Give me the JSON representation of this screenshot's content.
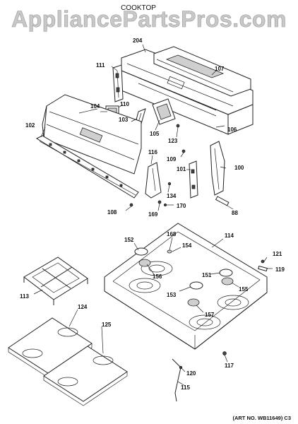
{
  "watermark": "AppliancePartsPros.com",
  "heading": "COOKTOP",
  "art_number": "(ART NO. WB11649) C3",
  "callouts": [
    {
      "id": "204",
      "text": "204"
    },
    {
      "id": "111",
      "text": "111"
    },
    {
      "id": "107",
      "text": "107"
    },
    {
      "id": "110",
      "text": "110"
    },
    {
      "id": "104",
      "text": "104"
    },
    {
      "id": "103",
      "text": "103"
    },
    {
      "id": "102",
      "text": "102"
    },
    {
      "id": "105",
      "text": "105"
    },
    {
      "id": "106",
      "text": "106"
    },
    {
      "id": "123",
      "text": "123"
    },
    {
      "id": "109",
      "text": "109"
    },
    {
      "id": "116",
      "text": "116"
    },
    {
      "id": "101",
      "text": "101"
    },
    {
      "id": "100",
      "text": "100"
    },
    {
      "id": "134",
      "text": "134"
    },
    {
      "id": "108",
      "text": "108"
    },
    {
      "id": "169",
      "text": "169"
    },
    {
      "id": "170",
      "text": "170"
    },
    {
      "id": "88",
      "text": "88"
    },
    {
      "id": "168",
      "text": "168"
    },
    {
      "id": "114",
      "text": "114"
    },
    {
      "id": "152",
      "text": "152"
    },
    {
      "id": "154",
      "text": "154"
    },
    {
      "id": "121",
      "text": "121"
    },
    {
      "id": "156",
      "text": "156"
    },
    {
      "id": "151",
      "text": "151"
    },
    {
      "id": "119",
      "text": "119"
    },
    {
      "id": "113",
      "text": "113"
    },
    {
      "id": "153",
      "text": "153"
    },
    {
      "id": "155",
      "text": "155"
    },
    {
      "id": "157",
      "text": "157"
    },
    {
      "id": "124",
      "text": "124"
    },
    {
      "id": "125",
      "text": "125"
    },
    {
      "id": "120",
      "text": "120"
    },
    {
      "id": "117",
      "text": "117"
    },
    {
      "id": "115",
      "text": "115"
    }
  ]
}
